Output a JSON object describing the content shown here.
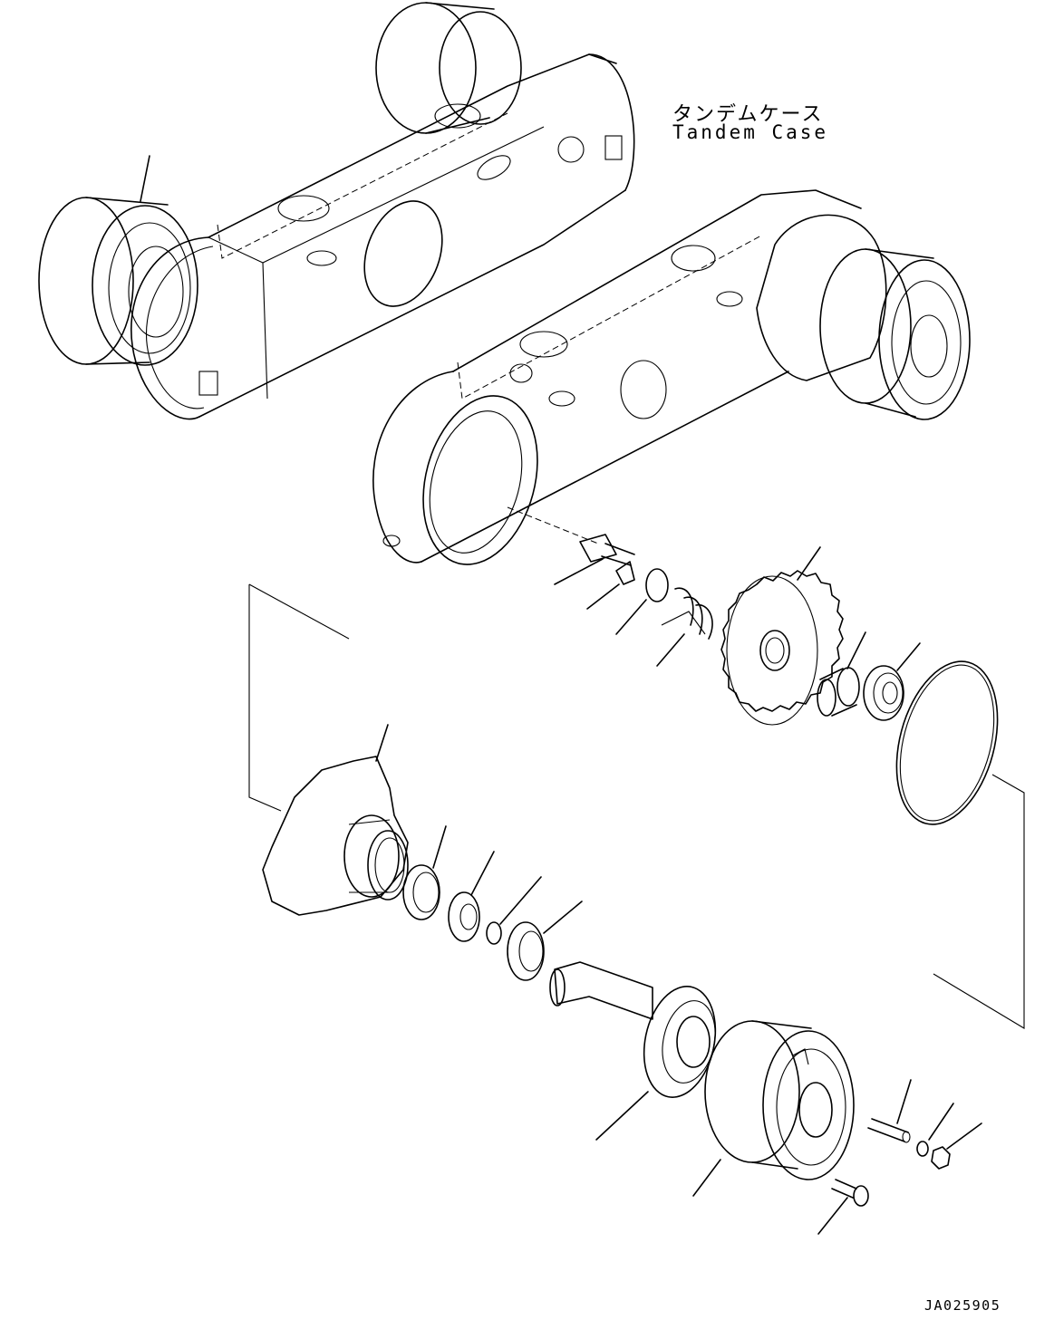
{
  "title": {
    "japanese": "タンデムケース",
    "english": "Tandem Case"
  },
  "drawing_code": "JA025905"
}
